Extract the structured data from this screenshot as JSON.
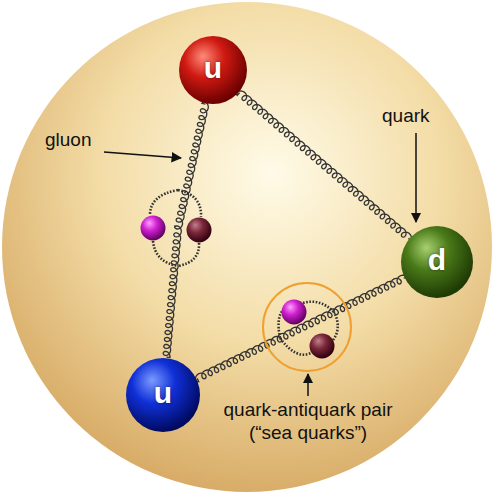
{
  "diagram": {
    "nodes": [
      {
        "text": [
          "u"
        ]
      },
      {
        "text": [
          "d"
        ]
      },
      {
        "text": [
          "u"
        ]
      }
    ],
    "edges": [
      {
        "from": 0,
        "to": 1,
        "arrow": "none"
      },
      {
        "from": 0,
        "to": 2,
        "arrow": "none"
      },
      {
        "from": 2,
        "to": 1,
        "arrow": "none"
      }
    ],
    "labels": [
      "gluon",
      "quark",
      "quark-antiquark pair (“sea quarks”)"
    ]
  }
}
